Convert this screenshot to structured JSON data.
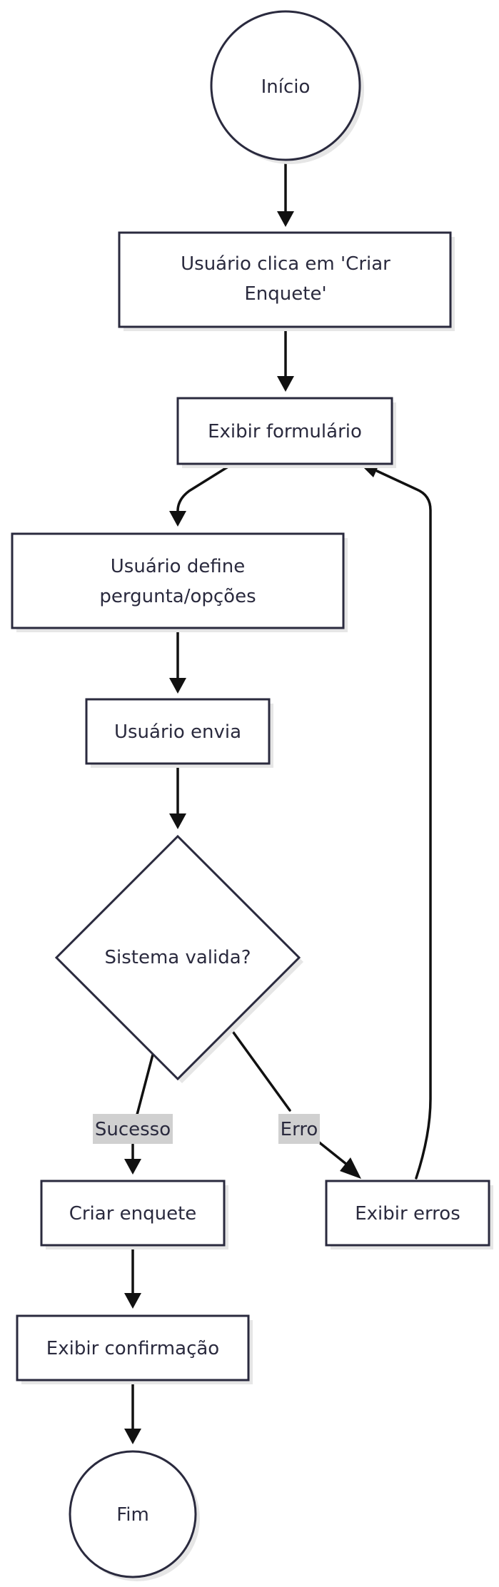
{
  "nodes": {
    "inicio": {
      "label": "Início"
    },
    "clica_criar": {
      "line1": "Usuário clica em 'Criar",
      "line2": "Enquete'"
    },
    "exibir_formulario": {
      "label": "Exibir formulário"
    },
    "define_pergunta": {
      "line1": "Usuário define",
      "line2": "pergunta/opções"
    },
    "usuario_envia": {
      "label": "Usuário envia"
    },
    "sistema_valida": {
      "label": "Sistema valida?"
    },
    "criar_enquete": {
      "label": "Criar enquete"
    },
    "exibir_erros": {
      "label": "Exibir erros"
    },
    "exibir_confirmacao": {
      "label": "Exibir confirmação"
    },
    "fim": {
      "label": "Fim"
    }
  },
  "edges": {
    "sucesso": {
      "label": "Sucesso"
    },
    "erro": {
      "label": "Erro"
    }
  },
  "colors": {
    "node_stroke": "#2a2a3e",
    "edge": "#111111",
    "label_background": "#d0d0d0"
  }
}
